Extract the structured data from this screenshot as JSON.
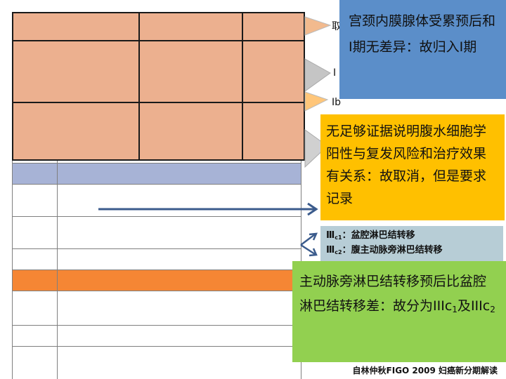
{
  "side_labels": {
    "top": "取",
    "stage_i": "Ⅰ",
    "stage_ib": "Ⅰb"
  },
  "callouts": {
    "blue": "宫颈内膜腺体受累预后和Ⅰ期无差异：故归入Ⅰ期",
    "yellow": "无足够证据说明腹水细胞学阳性与复发风险和治疗效果有关系：故取消，但是要求记录",
    "gray": {
      "line1_prefix": "Ⅲ",
      "line1_sub": "c1",
      "line1_text": "：盆腔淋巴结转移",
      "line2_prefix": "Ⅲ",
      "line2_sub": "c2",
      "line2_text": "：腹主动脉旁淋巴结转移"
    },
    "green": {
      "text": "主动脉旁淋巴结转移预后比盆腔淋巴结转移差：故分为",
      "term1": "IIIc",
      "term1_sub": "1",
      "joiner": "及",
      "term2": "IIIc",
      "term2_sub": "2"
    }
  },
  "footer": "自林仲秋FIGO 2009 妇癌新分期解读",
  "colors": {
    "salmon": "#ecb08f",
    "blue_box": "#5b8ec9",
    "yellow_box": "#ffc000",
    "gray_box": "#b7cdd6",
    "green_box": "#92d050",
    "orange_row": "#f58634",
    "blue_row": "#a7b3d6",
    "arrow": "#3b5b8c"
  }
}
